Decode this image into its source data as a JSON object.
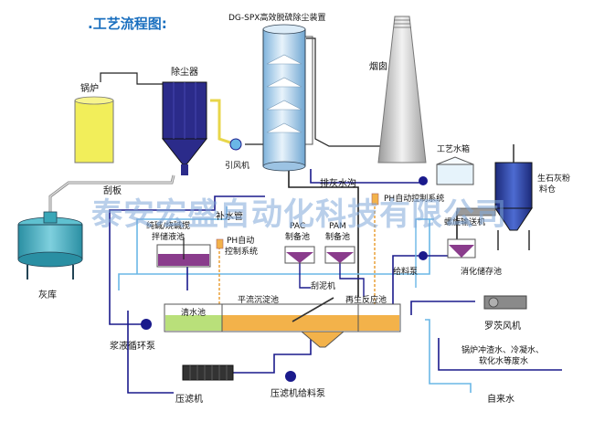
{
  "title": ".工艺流程图:",
  "watermark": "泰安宏盛自动化科技有限公司",
  "labels": {
    "tower": "DG-SPX高效脱硫除尘装置",
    "chimney": "烟囱",
    "boiler": "锅炉",
    "dust_collector": "除尘器",
    "induced_fan": "引风机",
    "scraper": "刮板",
    "ash_trench": "排灰水沟",
    "ph_auto_1": "PH自动控制系统",
    "process_tank": "工艺水箱",
    "lime_silo_1": "生石灰粉",
    "lime_silo_2": "料仓",
    "screw_conveyor": "螺旋输送机",
    "makeup_pipe": "补水管",
    "alkali_tank_1": "纯碱/烧碱搅",
    "alkali_tank_2": "拌储液池",
    "ph_auto_2a": "PH自动",
    "ph_auto_2b": "控制系统",
    "pac_1": "PAC",
    "pac_2": "制备池",
    "pam_1": "PAM",
    "pam_2": "制备池",
    "feed_pump": "给料泵",
    "slaking_tank": "消化储存池",
    "ash_store": "灰库",
    "clear_pool": "清水池",
    "sedimentation": "平流沉淀池",
    "mud_scraper": "刮泥机",
    "regen_tank": "再生反应池",
    "roots_blower": "罗茨风机",
    "slurry_pump": "浆液循环泵",
    "wastewater_1": "锅炉冲渣水、冷凝水、",
    "wastewater_2": "软化水等废水",
    "filter_press": "压滤机",
    "filter_feed_pump": "压滤机给料泵",
    "tap_water": "自来水"
  },
  "colors": {
    "pipe_blue": "#1a1a8c",
    "pipe_light": "#6ab7e6",
    "pipe_orange": "#e89a2a",
    "boiler_yellow": "#f2ee5a",
    "dust_navy": "#2b2b8a",
    "tower_blue": "#bcd8ee",
    "ash_teal": "#3aa7b8",
    "chimney_grey": "#c9c9c9",
    "tank_purple": "#8a3c8c",
    "green_water": "#b9e07a",
    "orange_water": "#f3b24a",
    "watermark": "#7fa7d9"
  }
}
